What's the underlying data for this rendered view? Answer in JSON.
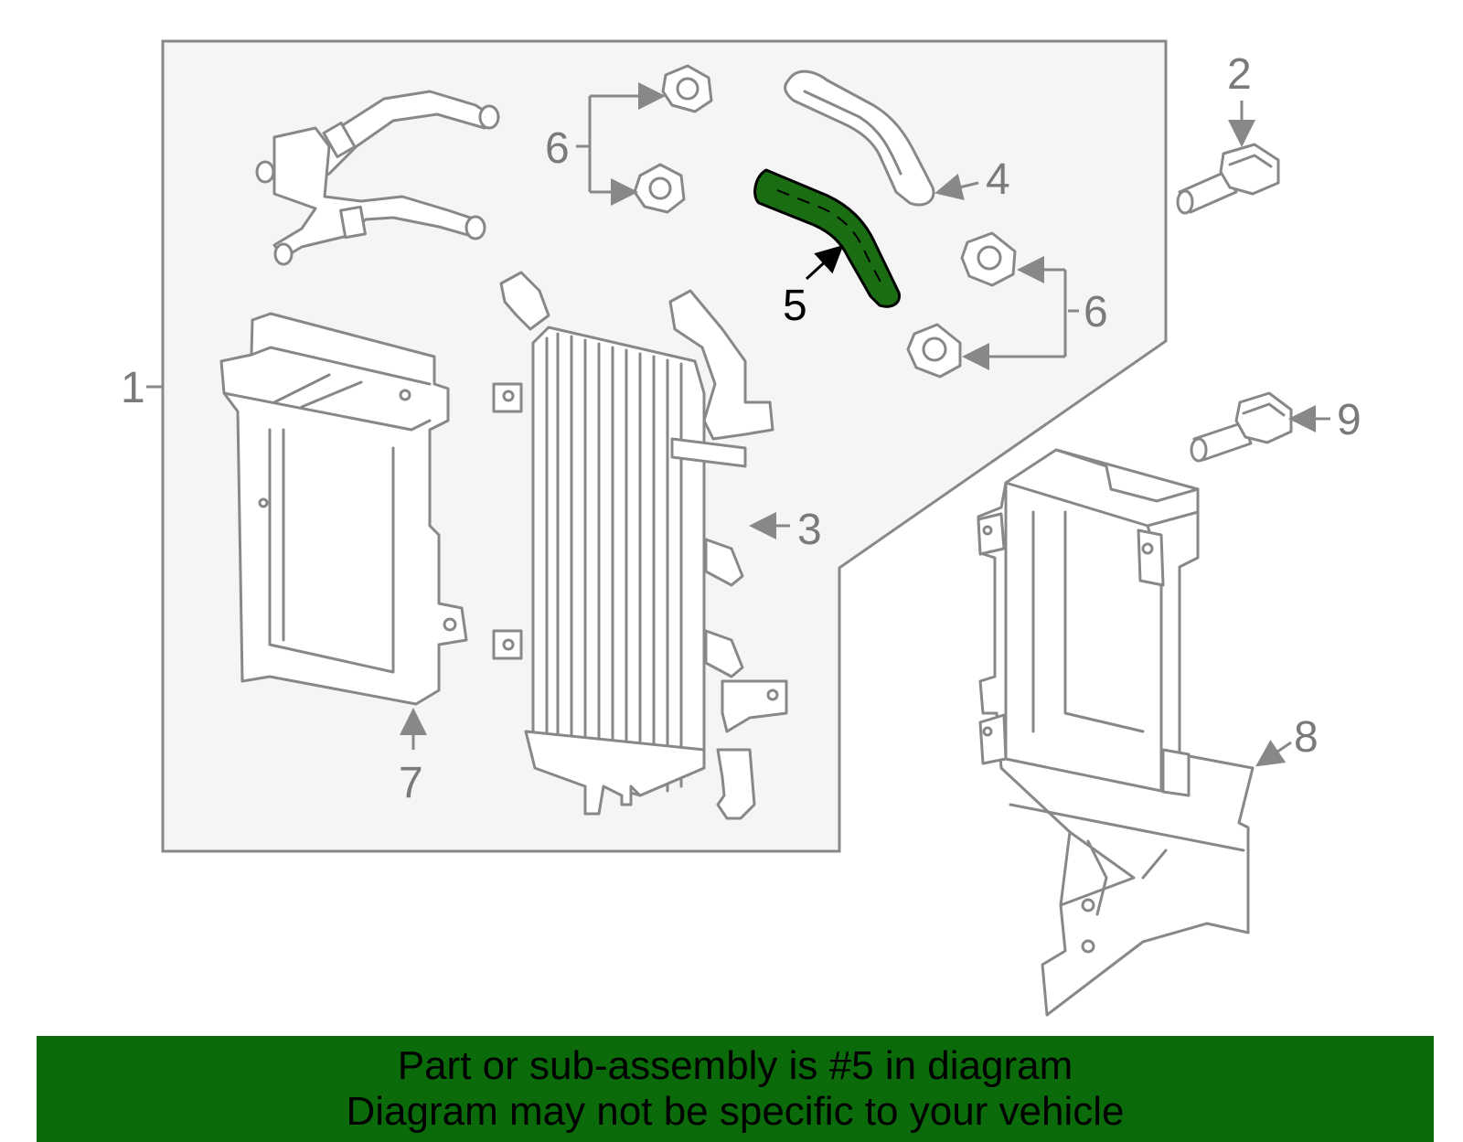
{
  "callouts": [
    "1",
    "2",
    "3",
    "4",
    "5",
    "6",
    "6",
    "7",
    "8",
    "9"
  ],
  "highlight": {
    "callout": "5",
    "color": "#1a6d12"
  },
  "colors": {
    "outline": "#888888",
    "panel": "#f5f5f5",
    "banner": "#0b6b0b"
  },
  "banner": {
    "line1": "Part or sub-assembly is #5 in diagram",
    "line2": "Diagram may not be specific to your vehicle"
  }
}
